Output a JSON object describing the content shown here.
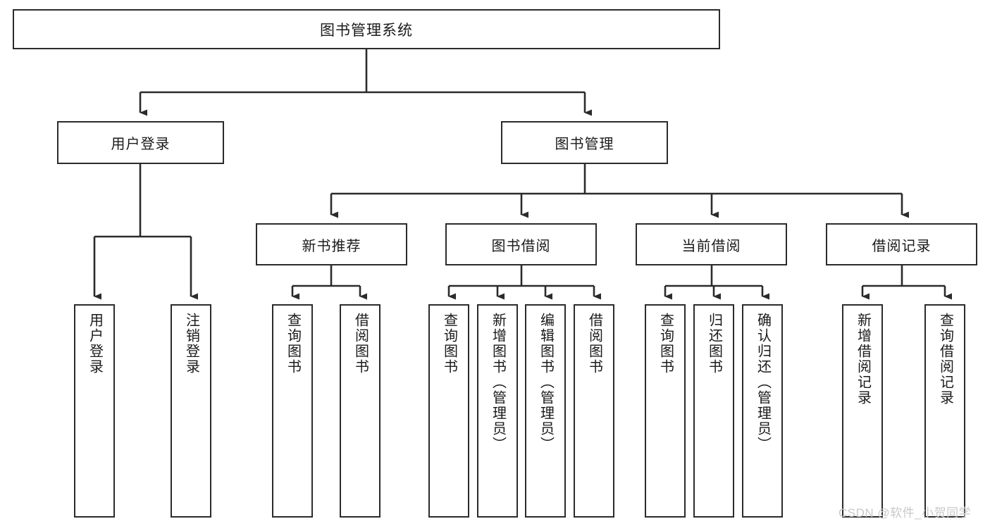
{
  "diagram": {
    "title": "图书管理系统",
    "type": "tree-hierarchy",
    "watermark": "CSDN @软件_小贺同学",
    "colors": {
      "box_border": "#2b2b2b",
      "box_fill": "#ffffff",
      "edge": "#2b2b2b",
      "text": "#1a1a1a",
      "watermark": "#c9c9c9",
      "background": "#ffffff"
    },
    "nodes": {
      "root": {
        "label": "图书管理系统"
      },
      "level2": [
        {
          "id": "user-login",
          "label": "用户登录"
        },
        {
          "id": "book-manage",
          "label": "图书管理"
        }
      ],
      "level3": [
        {
          "id": "new-book-rec",
          "label": "新书推荐"
        },
        {
          "id": "book-borrow",
          "label": "图书借阅"
        },
        {
          "id": "current-borrow",
          "label": "当前借阅"
        },
        {
          "id": "borrow-record",
          "label": "借阅记录"
        }
      ],
      "leaves": {
        "user-login": [
          {
            "id": "leaf-user-login",
            "label": "用户登录"
          },
          {
            "id": "leaf-logout-login",
            "label": "注销登录"
          }
        ],
        "new-book-rec": [
          {
            "id": "leaf-query-book-1",
            "label": "查询图书"
          },
          {
            "id": "leaf-borrow-book-1",
            "label": "借阅图书"
          }
        ],
        "book-borrow": [
          {
            "id": "leaf-query-book-2",
            "label": "查询图书"
          },
          {
            "id": "leaf-add-book",
            "label": "新增图书（管理员）"
          },
          {
            "id": "leaf-edit-book",
            "label": "编辑图书（管理员）"
          },
          {
            "id": "leaf-borrow-book-2",
            "label": "借阅图书"
          }
        ],
        "current-borrow": [
          {
            "id": "leaf-query-book-3",
            "label": "查询图书"
          },
          {
            "id": "leaf-return-book",
            "label": "归还图书"
          },
          {
            "id": "leaf-confirm-return",
            "label": "确认归还（管理员）"
          }
        ],
        "borrow-record": [
          {
            "id": "leaf-add-record",
            "label": "新增借阅记录"
          },
          {
            "id": "leaf-query-record",
            "label": "查询借阅记录"
          }
        ]
      }
    }
  }
}
